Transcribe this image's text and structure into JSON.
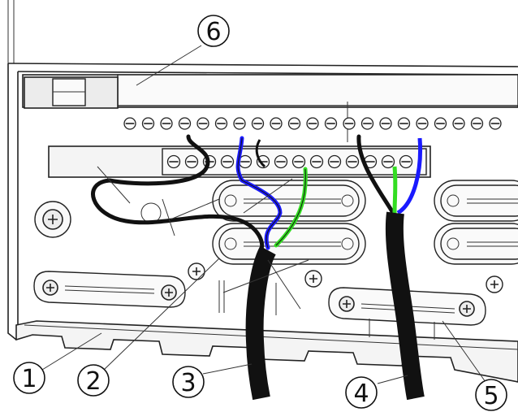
{
  "callouts": [
    {
      "id": "callout-1",
      "number": "1"
    },
    {
      "id": "callout-2",
      "number": "2"
    },
    {
      "id": "callout-3",
      "number": "3"
    },
    {
      "id": "callout-4",
      "number": "4"
    },
    {
      "id": "callout-5",
      "number": "5"
    },
    {
      "id": "callout-6",
      "number": "6"
    }
  ],
  "colors": {
    "cable": "#111111",
    "wire_black": "#111111",
    "wire_blue": "#1a1aff",
    "wire_green": "#33dd22",
    "housing": "#f4f4f4",
    "line": "#222222"
  },
  "icons": [
    "screw-terminal-icon",
    "phillips-screw-icon",
    "strain-relief-clamp-icon",
    "cable-gland-icon"
  ]
}
